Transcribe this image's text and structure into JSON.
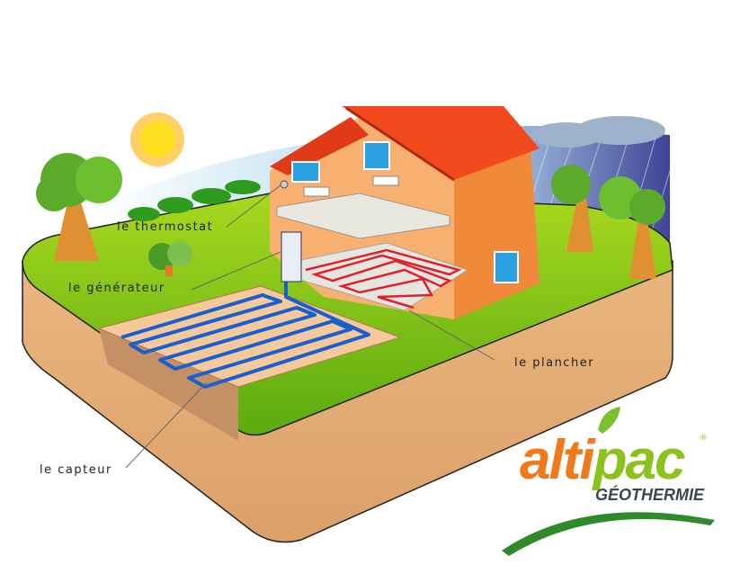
{
  "labels": {
    "thermostat": "le thermostat",
    "generateur": "le générateur",
    "plancher": "le plancher",
    "capteur": "le capteur"
  },
  "logo": {
    "brand": "altipac",
    "brand_part1": "alti",
    "brand_part2": "pac",
    "registered": "®",
    "subtitle": "GÉOTHERMIE"
  },
  "colors": {
    "roof": "#f04a1e",
    "wall": "#f5a058",
    "grass": "#7cc21a",
    "soil": "#e8b07a",
    "floor_pipe": "#e0202a",
    "ground_pipe": "#1a5fd0",
    "logo_orange": "#f07a1a",
    "logo_green": "#8cc21d"
  }
}
